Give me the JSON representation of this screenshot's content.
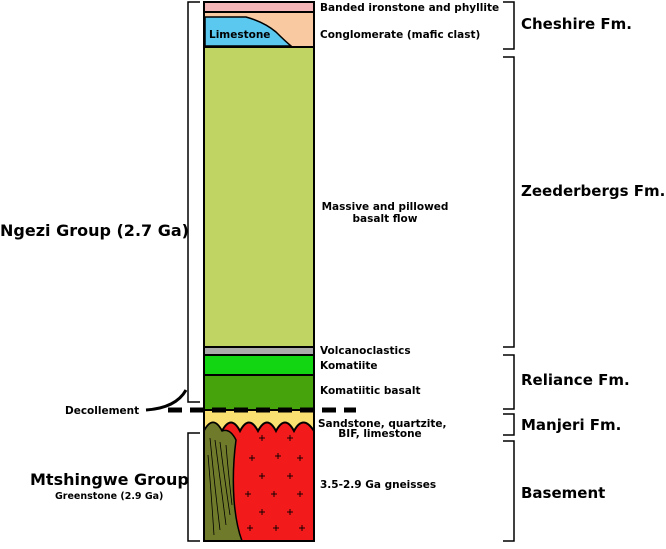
{
  "units": [
    {
      "name": "Banded ironstone and phyllite",
      "color": "#f4b6b6"
    },
    {
      "name": "Conglomerate (mafic clast)",
      "color": "#f9c9a2"
    },
    {
      "name": "Limestone",
      "color": "#5bc8ef"
    },
    {
      "name": "Massive and pillowed basalt flow",
      "color": "#bfd463"
    },
    {
      "name": "Volcanoclastics",
      "color": "#aaaaaa"
    },
    {
      "name": "Komatiite",
      "color": "#12d612"
    },
    {
      "name": "Komatiitic basalt",
      "color": "#47a30c"
    },
    {
      "name": "Sandstone, quartzite, BIF, limestone",
      "color": "#f9e070"
    },
    {
      "name": "3.5-2.9 Ga gneisses",
      "color": "#f21a1a"
    },
    {
      "name": "Greenstone (2.9 Ga)",
      "color": "#6f7a2a"
    }
  ],
  "labels": {
    "banded": "Banded ironstone and phyllite",
    "limestone": "Limestone",
    "conglomerate": "Conglomerate (mafic clast)",
    "basalt_line1": "Massive and pillowed",
    "basalt_line2": "basalt flow",
    "volcanoclastics": "Volcanoclastics",
    "komatiite": "Komatiite",
    "komatiitic_basalt": "Komatiitic basalt",
    "sandstone_line1": "Sandstone, quartzite,",
    "sandstone_line2": "BIF, limestone",
    "gneisses": "3.5-2.9 Ga gneisses",
    "decollement": "Decollement"
  },
  "formations": {
    "cheshire": "Cheshire Fm.",
    "zeederbergs": "Zeederbergs Fm.",
    "reliance": "Reliance Fm.",
    "manjeri": "Manjeri Fm.",
    "basement": "Basement"
  },
  "groups": {
    "ngezi": "Ngezi Group (2.7 Ga)",
    "mtshingwe": "Mtshingwe Group",
    "mtshingwe_sub": "Greenstone (2.9 Ga)"
  }
}
